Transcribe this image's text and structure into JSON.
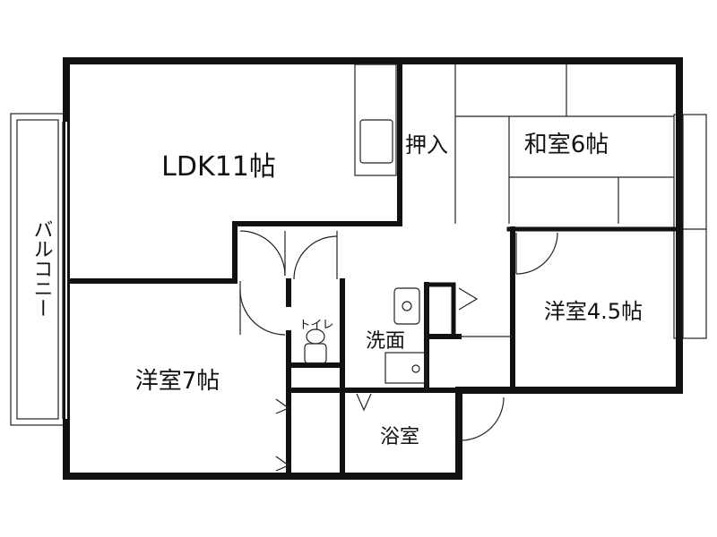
{
  "floor_plan": {
    "rooms": {
      "ldk": "LDK11帖",
      "washitsu": "和室6帖",
      "oshiire": "押入",
      "yoshitsu_45": "洋室4.5帖",
      "yoshitsu_7": "洋室7帖",
      "toilet": "トイレ",
      "senmen": "洗面",
      "yokushitsu": "浴室",
      "balcony": "バルコニー"
    },
    "colors": {
      "wall": "#111111",
      "background": "#ffffff"
    }
  }
}
